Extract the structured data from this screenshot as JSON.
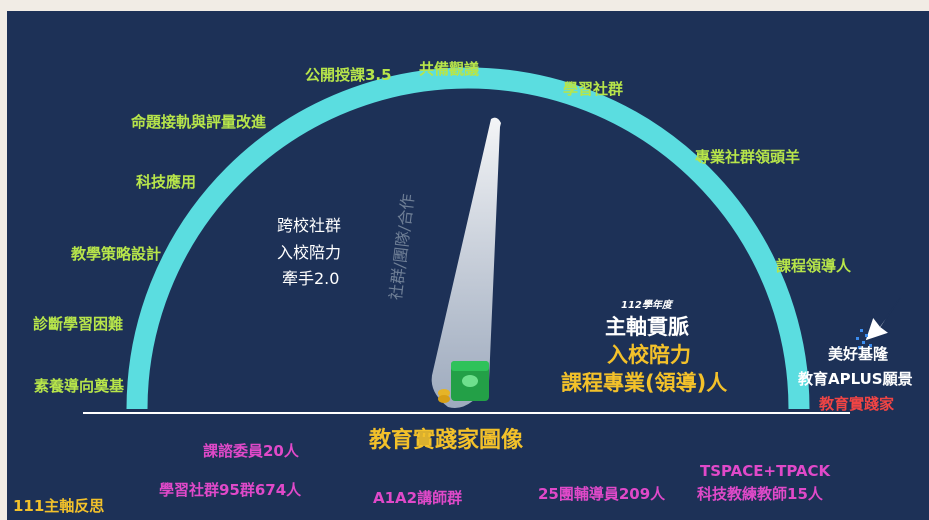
{
  "labels_green": {
    "l1": "公開授課3.5",
    "l2": "共備觀議",
    "l3": "學習社群",
    "l4": "命題接軌與評量改進",
    "l5": "專業社群領頭羊",
    "l6": "科技應用",
    "l7": "教學策略設計",
    "l8": "課程領導人",
    "l9": "診斷學習困難",
    "l10": "素養導向奠基"
  },
  "center_left": {
    "line1": "跨校社群",
    "line2": "入校陪力",
    "line3": "牽手2.0"
  },
  "beam_text": "社群/團隊/合作",
  "center_right": {
    "year": "112學年度",
    "line1": "主軸貫脈",
    "line2": "入校陪力",
    "line3": "課程專業(領導)人"
  },
  "right_side": {
    "line1": "美好基隆",
    "line2": "教育APLUS願景",
    "line3": "教育實踐家"
  },
  "bottom": {
    "title": "教育實踐家圖像",
    "item1": "課諮委員20人",
    "item2": "學習社群95群674人",
    "item3": "A1A2講師群",
    "item4": "25團輔導員209人",
    "item5": "TSPACE+TPACK",
    "item6": "科技教練教師15人",
    "corner": "111主軸反思"
  },
  "colors": {
    "background": "#1d3157",
    "arc": "#5bdde0",
    "green_text": "#b7e54a",
    "magenta_text": "#e049c9",
    "orange_text": "#f3c12a",
    "red_text": "#f04444"
  }
}
